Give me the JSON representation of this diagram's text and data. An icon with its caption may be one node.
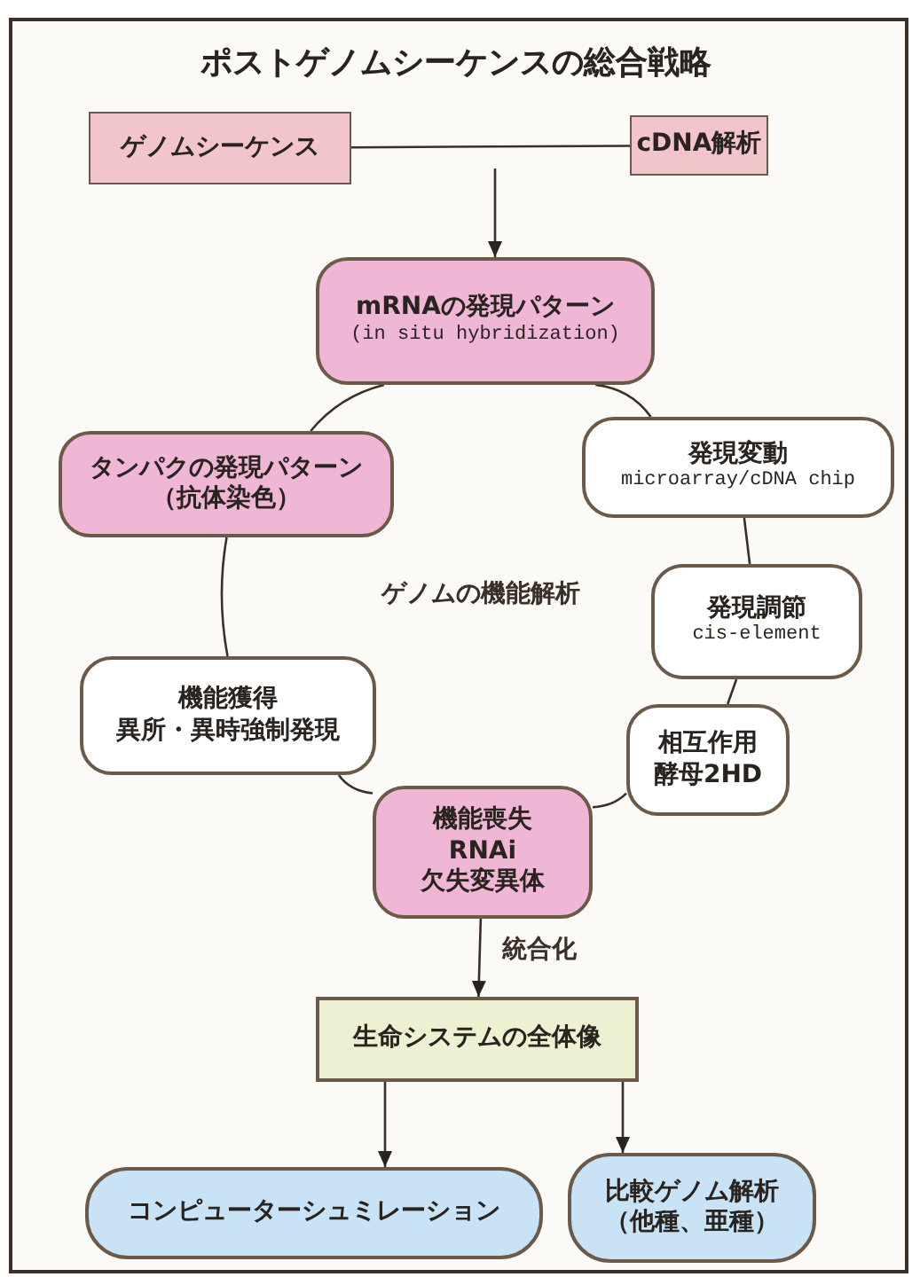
{
  "diagram": {
    "title": "ポストゲノムシーケンスの総合戦略",
    "nodes": [
      {
        "text": [
          "ゲノムシーケンス"
        ]
      },
      {
        "text": [
          "cDNA解析"
        ]
      },
      {
        "text": [
          "mRNAの発現パターン",
          "(in situ hybridization)"
        ]
      },
      {
        "text": [
          "タンパクの発現パターン",
          "（抗体染色）"
        ]
      },
      {
        "text": [
          "発現変動",
          "microarray/cDNA chip"
        ]
      },
      {
        "text": [
          "発現調節",
          "cis-element"
        ]
      },
      {
        "text": [
          "機能獲得",
          "異所・異時強制発現"
        ]
      },
      {
        "text": [
          "相互作用",
          "酵母2HD"
        ]
      },
      {
        "text": [
          "機能喪失",
          "RNAi",
          "欠失変異体"
        ]
      },
      {
        "text": [
          "生命システムの全体像"
        ]
      },
      {
        "text": [
          "コンピューターシュミレーション"
        ]
      },
      {
        "text": [
          "比較ゲノム解析",
          "（他種、亜種）"
        ]
      }
    ],
    "edges": [
      {
        "from": 0,
        "to": 1,
        "arrow": "none"
      },
      {
        "from": null,
        "to": 2,
        "arrow": "to"
      },
      {
        "from": 2,
        "to": 3,
        "arrow": "none"
      },
      {
        "from": 2,
        "to": 4,
        "arrow": "none"
      },
      {
        "from": 3,
        "to": 6,
        "arrow": "none"
      },
      {
        "from": 4,
        "to": 5,
        "arrow": "none"
      },
      {
        "from": 5,
        "to": 7,
        "arrow": "none"
      },
      {
        "from": 6,
        "to": 8,
        "arrow": "none"
      },
      {
        "from": 7,
        "to": 8,
        "arrow": "none"
      },
      {
        "from": 8,
        "to": 9,
        "arrow": "to",
        "label": "統合化"
      },
      {
        "from": 9,
        "to": 10,
        "arrow": "to"
      },
      {
        "from": 9,
        "to": 11,
        "arrow": "to"
      }
    ],
    "labels": [
      "ゲノムの機能解析"
    ]
  }
}
